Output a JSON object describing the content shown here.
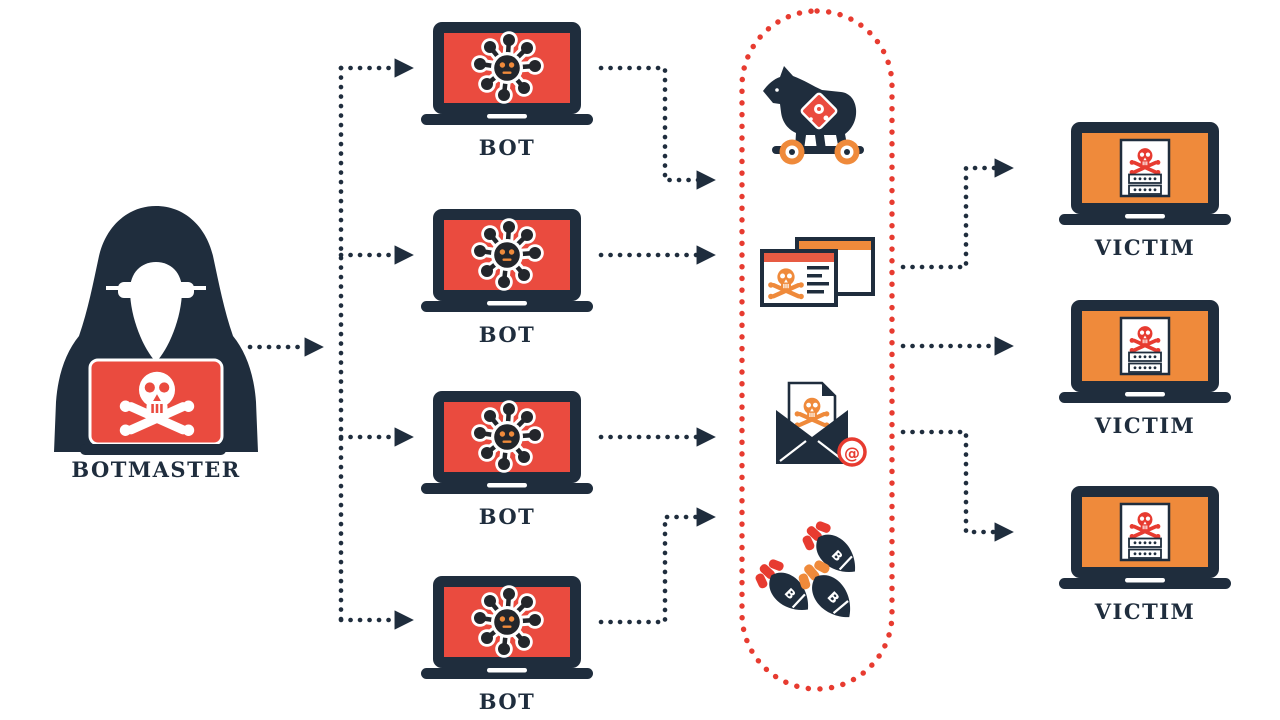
{
  "colors": {
    "navy": "#1f2d3d",
    "bot_screen_red": "#ea4b3f",
    "boundary_red": "#e73b30",
    "victim_screen_orange": "#ef8a3b",
    "virus_body": "#23262b",
    "background": "#ffffff"
  },
  "botmaster": {
    "label": "BOTMASTER"
  },
  "bots": [
    {
      "label": "BOT"
    },
    {
      "label": "BOT"
    },
    {
      "label": "BOT"
    },
    {
      "label": "BOT"
    }
  ],
  "attack_methods": {
    "items": [
      {
        "name": "trojan-horse-icon"
      },
      {
        "name": "malicious-website-icon"
      },
      {
        "name": "phishing-email-icon"
      },
      {
        "name": "bombs-icon"
      }
    ]
  },
  "victims": [
    {
      "label": "VICTIM"
    },
    {
      "label": "VICTIM"
    },
    {
      "label": "VICTIM"
    }
  ],
  "glyphs": {
    "at_symbol": "@",
    "bomb_letter": "B"
  }
}
